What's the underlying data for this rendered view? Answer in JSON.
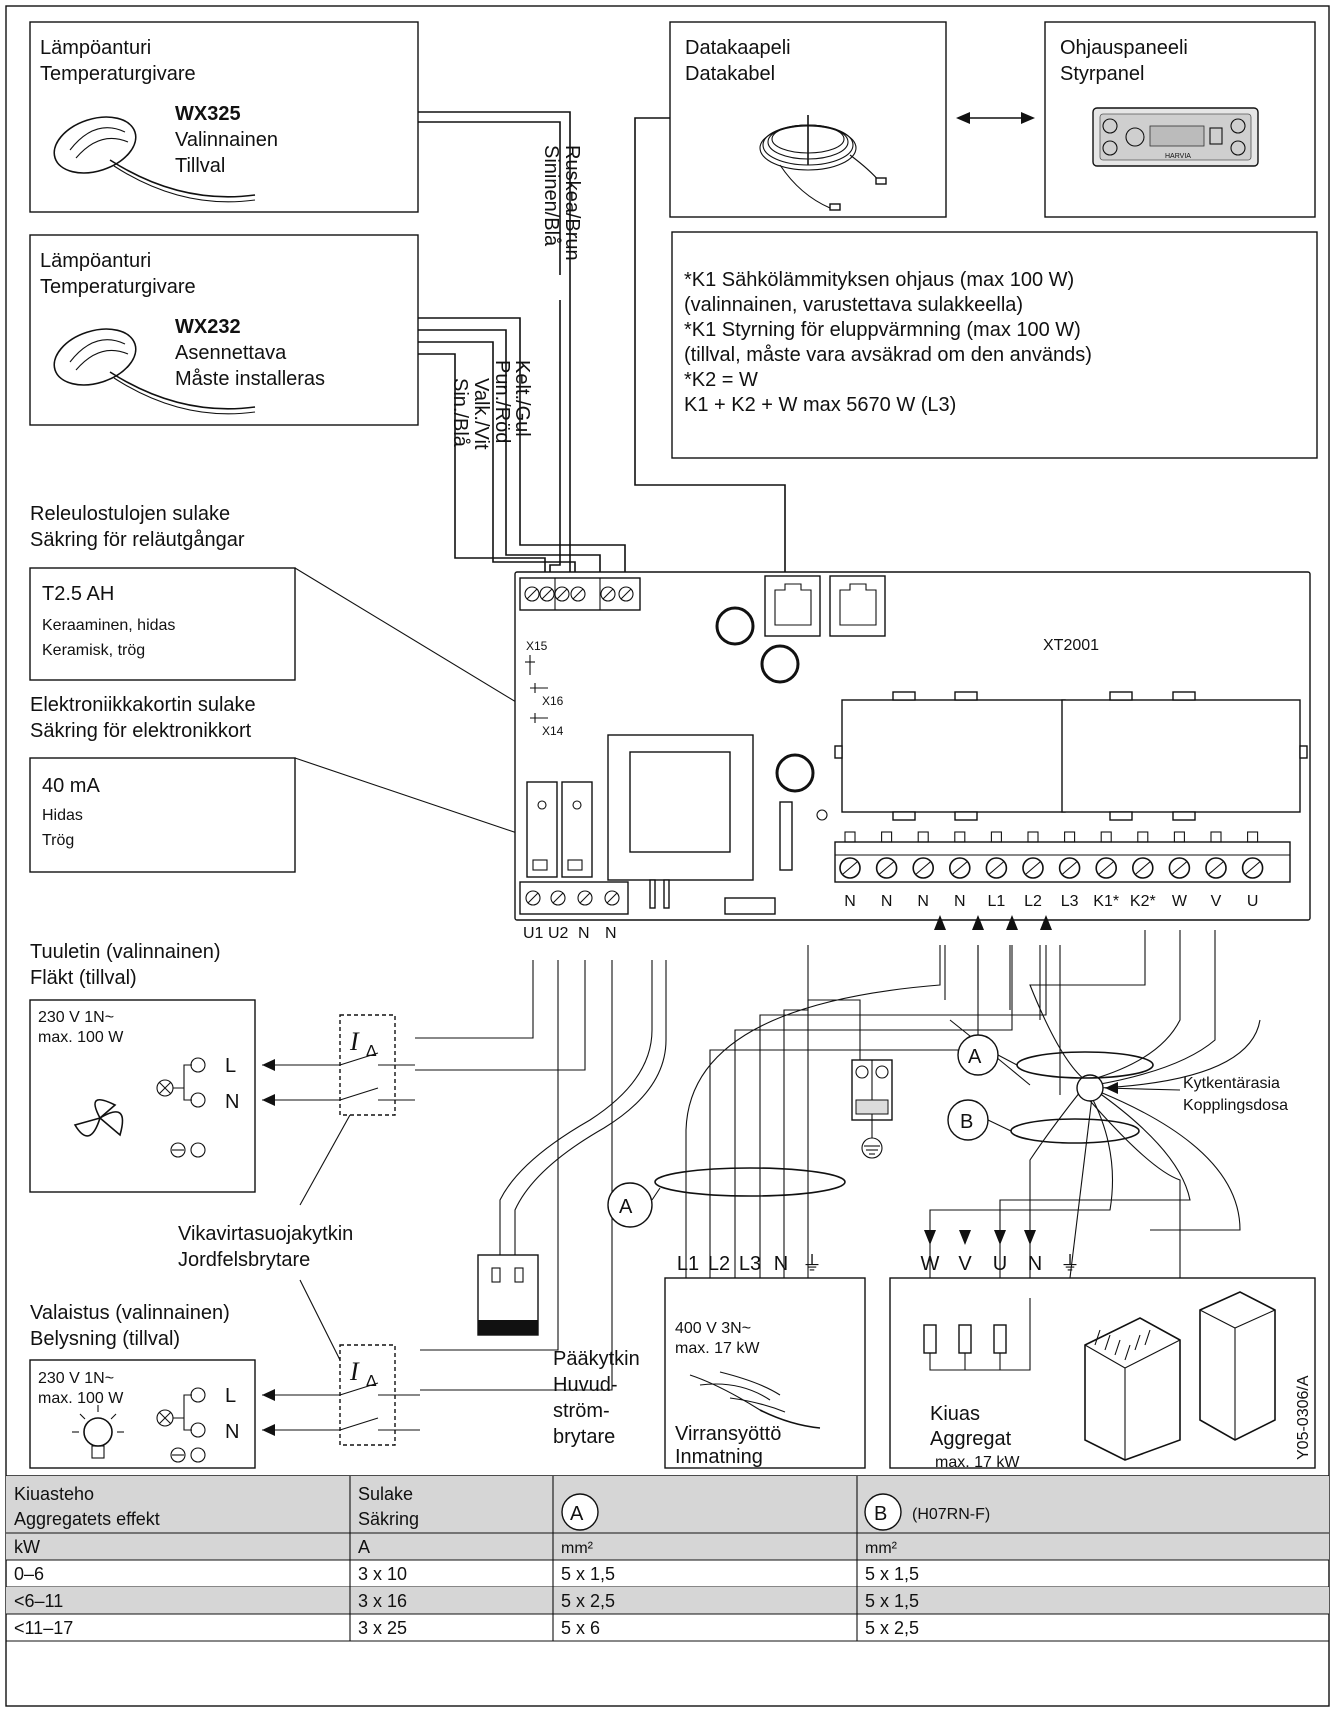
{
  "sensor1": {
    "title_fi": "Lämpöanturi",
    "title_sv": "Temperaturgivare",
    "model": "WX325",
    "line1": "Valinnainen",
    "line2": "Tillval"
  },
  "sensor2": {
    "title_fi": "Lämpöanturi",
    "title_sv": "Temperaturgivare",
    "model": "WX232",
    "line1": "Asennettava",
    "line2": "Måste installeras"
  },
  "datacable": {
    "title_fi": "Datakaapeli",
    "title_sv": "Datakabel"
  },
  "panel": {
    "title_fi": "Ohjauspaneeli",
    "title_sv": "Styrpanel",
    "brand": "HARVIA"
  },
  "notes": {
    "l1": "*K1 Sähkölämmityksen ohjaus (max 100 W)",
    "l2": "(valinnainen, varustettava sulakkeella)",
    "l3": "*K1 Styrning för eluppvärmning (max 100 W)",
    "l4": "(tillval, måste vara avsäkrad om den används)",
    "l5": "*K2 = W",
    "l6": "K1 + K2 + W max 5670 W (L3)"
  },
  "wires": {
    "brown": "Ruskea/Brun",
    "blue": "Sininen/Blå",
    "yellow": "Kelt./Gul",
    "red": "Pun./Röd",
    "white": "Valk./Vit",
    "blue2": "Sin./Blå"
  },
  "relay_fuse": {
    "title_fi": "Releulostulojen sulake",
    "title_sv": "Säkring för reläutgångar",
    "rating": "T2.5 AH",
    "type_fi": "Keraaminen, hidas",
    "type_sv": "Keramisk, trög"
  },
  "board_fuse": {
    "title_fi": "Elektroniikkakortin sulake",
    "title_sv": "Säkring för elektronikkort",
    "rating": "40 mA",
    "type_fi": "Hidas",
    "type_sv": "Trög"
  },
  "board": {
    "name": "XT2001",
    "x15": "X15",
    "x16": "X16",
    "x14": "X14",
    "terminals_left": [
      "U1",
      "U2",
      "N",
      "N"
    ],
    "terminals_right": [
      "N",
      "N",
      "N",
      "N",
      "L1",
      "L2",
      "L3",
      "K1*",
      "K2*",
      "W",
      "V",
      "U"
    ]
  },
  "fan": {
    "title_fi": "Tuuletin (valinnainen)",
    "title_sv": "Fläkt (tillval)",
    "spec1": "230 V 1N~",
    "spec2": "max. 100 W",
    "l": "L",
    "n": "N"
  },
  "light": {
    "title_fi": "Valaistus (valinnainen)",
    "title_sv": "Belysning (tillval)",
    "spec1": "230 V 1N~",
    "spec2": "max. 100 W",
    "l": "L",
    "n": "N"
  },
  "rcd": {
    "symbol": "I",
    "sub": "Δ",
    "label_fi": "Vikavirtasuojakytkin",
    "label_sv": "Jordfelsbrytare"
  },
  "main_switch": {
    "l1": "Pääkytkin",
    "l2": "Huvud-",
    "l3": "ström-",
    "l4": "brytare"
  },
  "supply": {
    "terms": [
      "L1",
      "L2",
      "L3",
      "N",
      "⏚"
    ],
    "spec1": "400 V 3N~",
    "spec2": "max. 17 kW",
    "l_fi": "Virransyöttö",
    "l_sv": "Inmatning"
  },
  "heater": {
    "terms": [
      "W",
      "V",
      "U",
      "N",
      "⏚"
    ],
    "l_fi": "Kiuas",
    "l_sv": "Aggregat",
    "l_max": "max. 17 kW"
  },
  "junction": {
    "l_fi": "Kytkentärasia",
    "l_sv": "Kopplingsdosa"
  },
  "cable_a": "A",
  "cable_b": "B",
  "drawing_id": "Y05-0306/A",
  "table": {
    "h1_fi": "Kiuasteho",
    "h1_sv": "Aggregatets effekt",
    "h2_fi": "Sulake",
    "h2_sv": "Säkring",
    "h3": "A",
    "h4": "B",
    "h4_note": "(H07RN-F)",
    "u1": "kW",
    "u2": "A",
    "u3": "mm²",
    "u4": "mm²",
    "rows": [
      [
        "0–6",
        "3 x 10",
        "5 x 1,5",
        "5 x 1,5"
      ],
      [
        "<6–11",
        "3 x 16",
        "5 x 2,5",
        "5 x 1,5"
      ],
      [
        "<11–17",
        "3 x 25",
        "5 x 6",
        "5 x 2,5"
      ]
    ]
  }
}
